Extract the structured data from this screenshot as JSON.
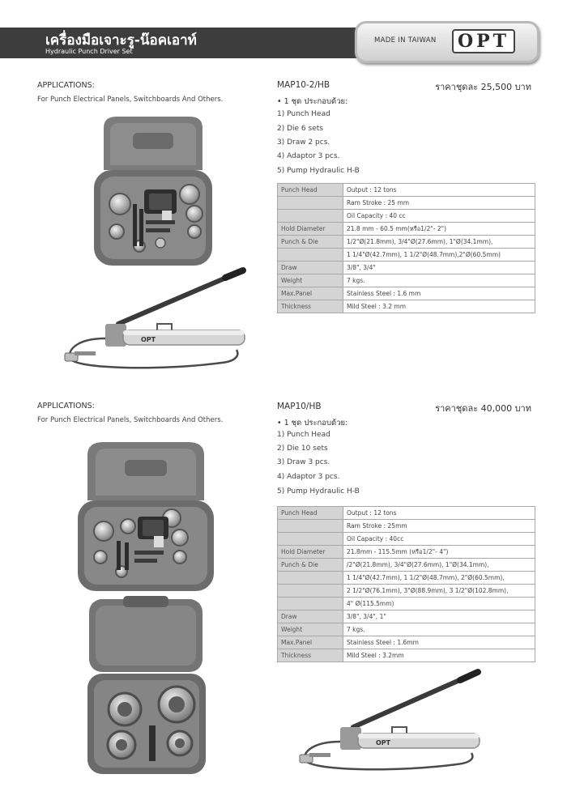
{
  "header": {
    "title_th": "เครื่องมือเจาะรู-น๊อคเอาท์",
    "title_en": "Hydraulic Punch Driver Set",
    "made_in": "MADE IN TAIWAN",
    "logo": "OPT"
  },
  "products": [
    {
      "applications_label": "APPLICATIONS:",
      "applications_text": "For Punch Electrical Panels, Switchboards And Others.",
      "model": "MAP10-2/HB",
      "price": "ราคาชุดละ  25,500 บาท",
      "set_heading": "•  1 ชุด ประกอบด้วย:",
      "components": [
        "1) Punch Head",
        "2) Die 6 sets",
        "3) Draw 2 pcs.",
        "4) Adaptor 3 pcs.",
        "5) Pump Hydraulic H-B"
      ],
      "specs": {
        "punch_head": {
          "label": "Punch Head",
          "values": [
            "Output : 12 tons",
            "Ram Stroke : 25 mm",
            "Oil Capacity : 40 cc"
          ]
        },
        "hold_diameter": {
          "label": "Hold Diameter",
          "value": "21.8 mm - 60.5 mm(หรือ1/2\"- 2\")"
        },
        "punch_die": {
          "label": "Punch & Die",
          "values": [
            "1/2\"Ø(21.8mm), 3/4\"Ø(27.6mm), 1\"Ø(34.1mm),",
            "1 1/4\"Ø(42.7mm), 1 1/2\"Ø(48.7mm),2\"Ø(60.5mm)"
          ]
        },
        "draw": {
          "label": "Draw",
          "value": "3/8\", 3/4\""
        },
        "weight": {
          "label": "Weight",
          "value": "7 kgs."
        },
        "max_panel": {
          "label": "Max.Panel",
          "value": "Stainless Steel : 1.6 mm"
        },
        "thickness": {
          "label": "Thickness",
          "value": "Mild Steel : 3.2 mm"
        }
      }
    },
    {
      "applications_label": "APPLICATIONS:",
      "applications_text": "For Punch Electrical Panels, Switchboards And Others.",
      "model": "MAP10/HB",
      "price": "ราคาชุดละ  40,000 บาท",
      "set_heading": "•  1 ชุด ประกอบด้วย:",
      "components": [
        "1) Punch Head",
        "2) Die 10 sets",
        "3) Draw 3 pcs.",
        "4) Adaptor 3 pcs.",
        "5) Pump Hydraulic H-B"
      ],
      "specs": {
        "punch_head": {
          "label": "Punch Head",
          "values": [
            "Output : 12 tons",
            "Ram Stroke : 25mm",
            "Oil Capacity : 40cc"
          ]
        },
        "hold_diameter": {
          "label": "Hold Diameter",
          "value": "21.8mm - 115.5mm (หรือ1/2\"- 4\")"
        },
        "punch_die": {
          "label": "Punch & Die",
          "values": [
            "/2\"Ø(21.8mm), 3/4\"Ø(27.6mm), 1\"Ø(34.1mm),",
            "1 1/4\"Ø(42.7mm), 1 1/2\"Ø(48.7mm), 2\"Ø(60.5mm),",
            "2 1/2\"Ø(76.1mm), 3\"Ø(88.9mm), 3 1/2\"Ø(102.8mm),",
            "4\" Ø(115.5mm)"
          ]
        },
        "draw": {
          "label": "Draw",
          "value": "3/8\", 3/4\", 1\""
        },
        "weight": {
          "label": "Weight",
          "value": "7 kgs."
        },
        "max_panel": {
          "label": "Max.Panel",
          "value": "Stainless Steel : 1.6mm"
        },
        "thickness": {
          "label": "Thickness",
          "value": "Mild Steel : 3.2mm"
        }
      }
    }
  ],
  "pump_brand": "OPT"
}
